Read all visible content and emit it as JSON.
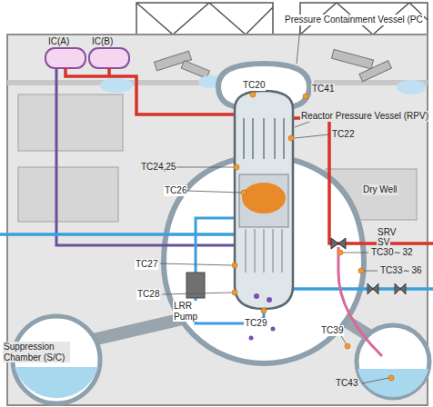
{
  "diagram": {
    "labels": [
      "Pressure Containment Vessel (PC",
      "IC(A)",
      "IC(B)",
      "TC20",
      "TC41",
      "Reactor Pressure Vessel (RPV)",
      "TC22",
      "TC24,25",
      "TC26",
      "Dry Well",
      "SRV",
      "SV",
      "TC30～32",
      "TC27",
      "TC33～36",
      "TC28",
      "LRR Pump",
      "TC29",
      "TC39",
      "Suppression Chamber (S/C)",
      "TC43"
    ]
  }
}
